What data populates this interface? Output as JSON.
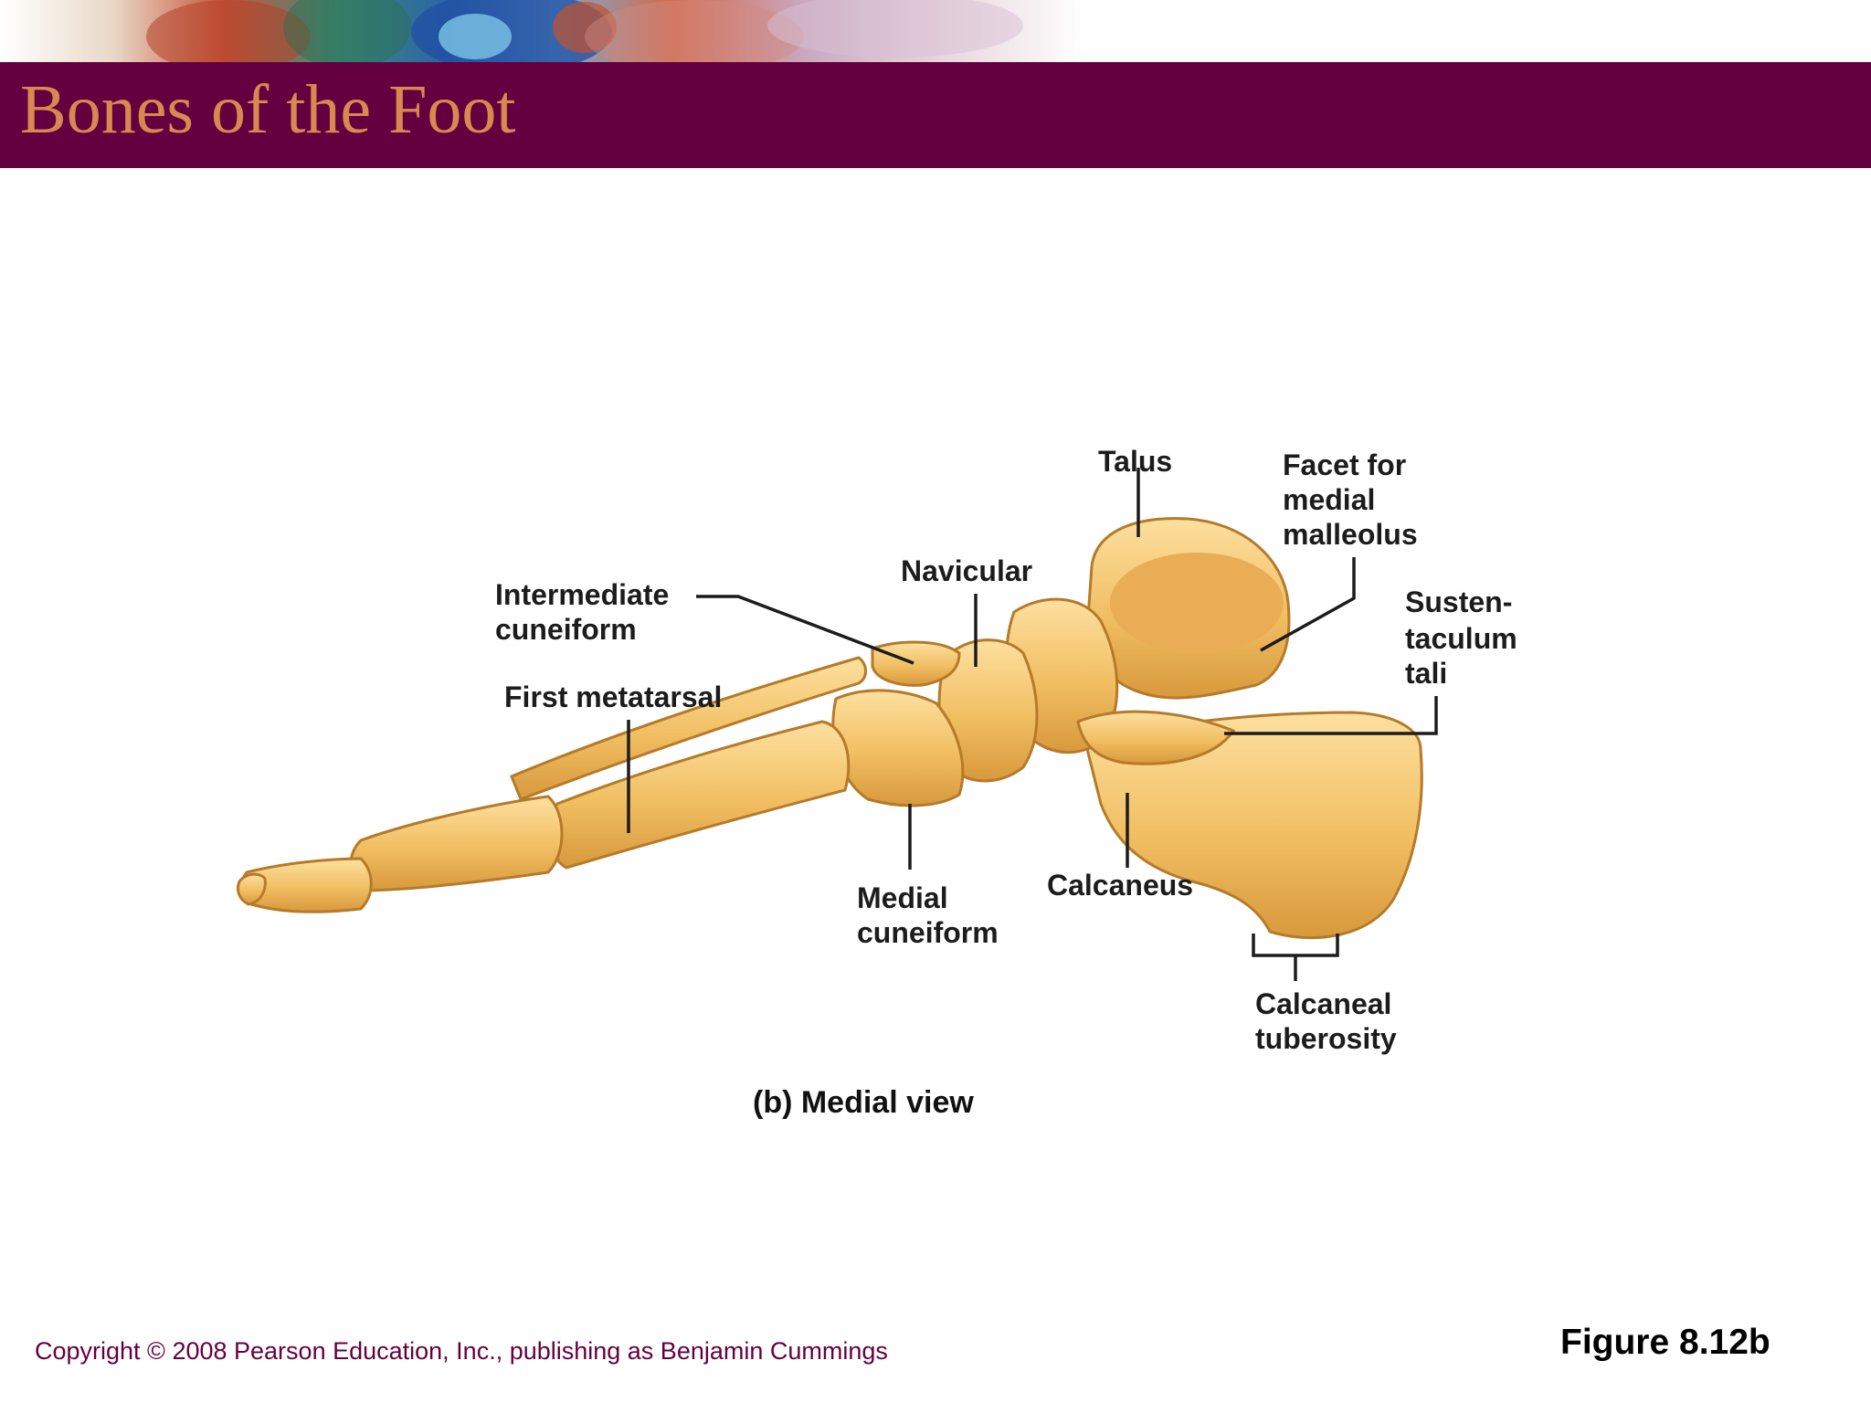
{
  "slide": {
    "title": "Bones of the Foot",
    "copyright": "Copyright © 2008 Pearson Education, Inc., publishing as Benjamin Cummings",
    "figure_number": "Figure 8.12b"
  },
  "diagram": {
    "labels": {
      "talus": "Talus",
      "facet_line1": "Facet for",
      "facet_line2": "medial",
      "facet_line3": "malleolus",
      "navicular": "Navicular",
      "intermediate_line1": "Intermediate",
      "intermediate_line2": "cuneiform",
      "sustentaculum_line1": "Susten-",
      "sustentaculum_line2": "taculum",
      "sustentaculum_line3": "tali",
      "first_metatarsal": "First metatarsal",
      "medial_cuneiform_line1": "Medial",
      "medial_cuneiform_line2": "cuneiform",
      "calcaneus": "Calcaneus",
      "calcaneal_tuberosity_line1": "Calcaneal",
      "calcaneal_tuberosity_line2": "tuberosity"
    },
    "caption": "(b) Medial view"
  },
  "colors": {
    "title_bar": "#650040",
    "title_text": "#d7894f",
    "bone_fill": "#f1be62",
    "bone_shadow": "#cf8f33",
    "bone_highlight": "#fde0a0",
    "copyright_text": "#650040"
  }
}
